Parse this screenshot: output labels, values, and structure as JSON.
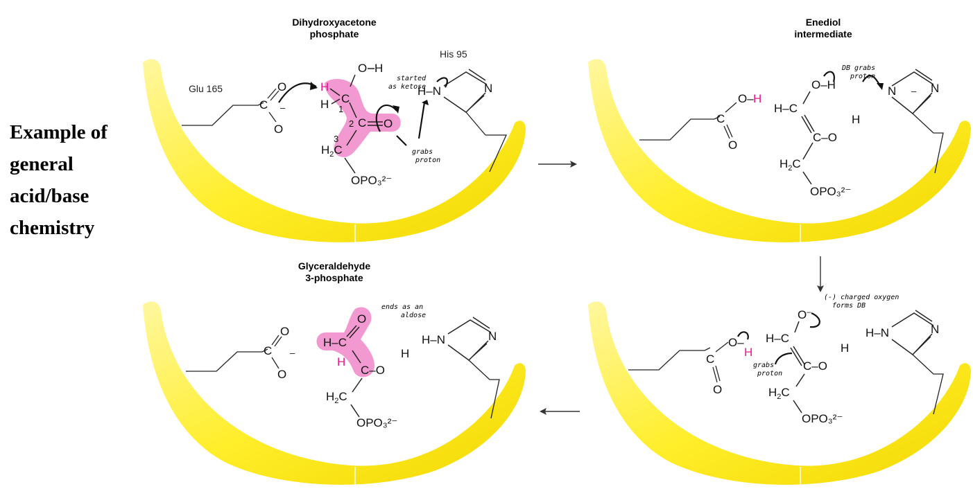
{
  "side_title": {
    "line1": "Example of",
    "line2": "general",
    "line3": "acid/base",
    "line4": "chemistry"
  },
  "colors": {
    "enzyme_yellow": "#ffee2a",
    "highlight_pink": "#f07cc4",
    "proton_magenta": "#e8178c"
  },
  "panel_tl": {
    "title_line1": "Dihydroxyacetone",
    "title_line2": "phosphate",
    "glu_label": "Glu 165",
    "his_label": "His 95",
    "note_ketose_1": "started",
    "note_ketose_2": "as ketose",
    "note_grabs_1": "grabs",
    "note_grabs_2": "proton",
    "carbon_1": "1",
    "carbon_2": "2",
    "carbon_3": "3"
  },
  "panel_tr": {
    "title_line1": "Enediol",
    "title_line2": "intermediate",
    "note_1": "DB grabs",
    "note_2": "proton"
  },
  "panel_bl": {
    "title_line1": "Glyceraldehyde",
    "title_line2": "3-phosphate",
    "note_1": "ends as an",
    "note_2": "aldose"
  },
  "panel_br": {
    "note_oxygen_1": "(-) charged oxygen",
    "note_oxygen_2": "forms DB",
    "note_grabs_1": "grabs",
    "note_grabs_2": "proton"
  },
  "phosphate": "OPO₃²⁻"
}
